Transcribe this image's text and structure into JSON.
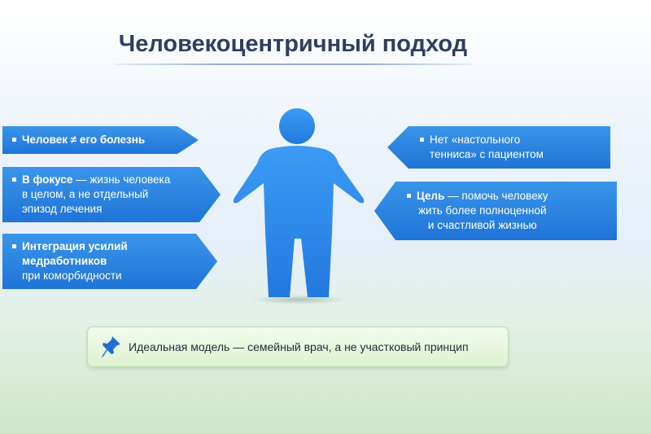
{
  "title": "Человекоцентричный подход",
  "left_items": [
    {
      "bold": "Человек ≠ его болезнь",
      "rest": ""
    },
    {
      "bold": "В фокусе",
      "rest": " — жизнь человека\nв целом, а не отдельный\nэпизод лечения"
    },
    {
      "bold": "Интеграция усилий\nмедработников",
      "rest": "\nпри коморбидности"
    }
  ],
  "right_items": [
    {
      "bold": "Нет «настольного\n",
      "rest": "тенниса» с пациентом"
    },
    {
      "bold": "Цель",
      "rest": " — помочь человеку\nжить более полноценной\nи счастливой жизнью"
    }
  ],
  "note": {
    "text": "Идеальная модель — семейный врач, а не участковый принцип",
    "icon": "pushpin-icon"
  },
  "colors": {
    "banner": "#2a84e0",
    "figure": "#2f8ef0",
    "title": "#2d3e63"
  }
}
